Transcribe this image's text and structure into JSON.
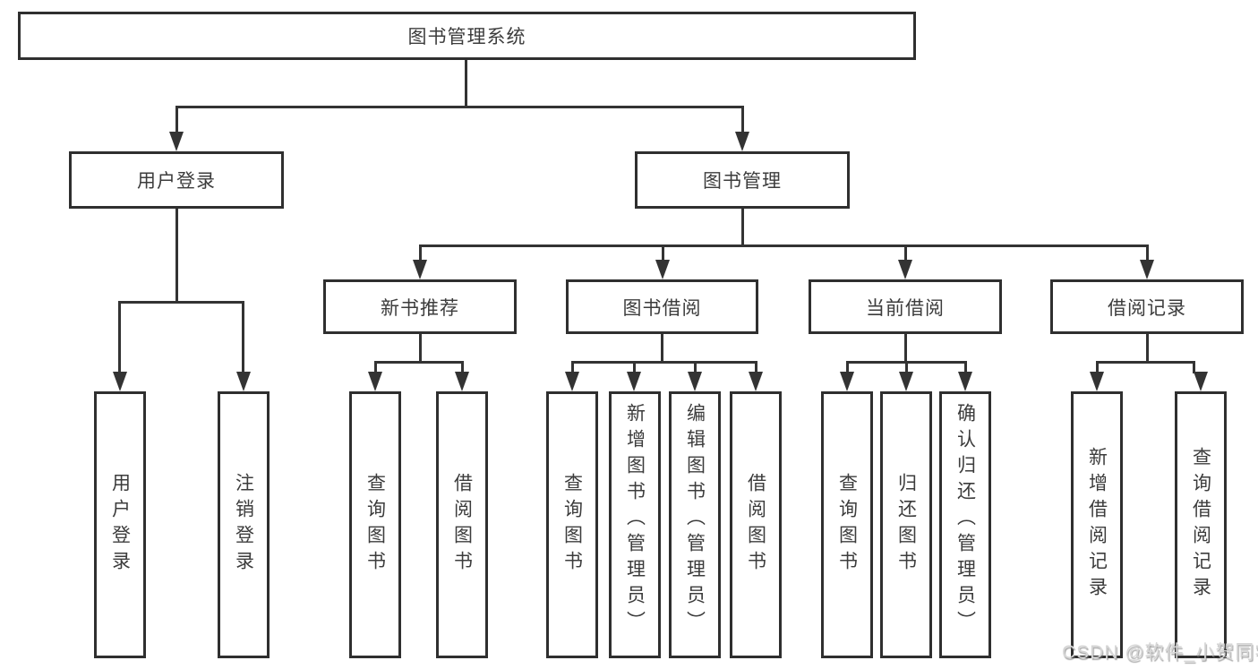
{
  "nodes": {
    "root": "图书管理系统",
    "user_login": "用户登录",
    "book_mgmt": "图书管理",
    "new_book_rec": "新书推荐",
    "book_borrow": "图书借阅",
    "current_borrow": "当前借阅",
    "borrow_record": "借阅记录",
    "ul_login": "用户登录",
    "ul_logout": "注销登录",
    "nbr_query": "查询图书",
    "nbr_borrow": "借阅图书",
    "bb_query": "查询图书",
    "bb_add": "新增图书（管理员）",
    "bb_edit": "编辑图书（管理员）",
    "bb_borrow": "借阅图书",
    "cb_query": "查询图书",
    "cb_return": "归还图书",
    "cb_confirm": "确认归还（管理员）",
    "br_add": "新增借阅记录",
    "br_query": "查询借阅记录"
  },
  "watermark": "CSDN @软件_小贺同学",
  "colors": {
    "line": "#333333",
    "border": "#2f2f2f",
    "text": "#3c3c3c",
    "background": "#ffffff",
    "watermark": "#d6d6d6"
  }
}
